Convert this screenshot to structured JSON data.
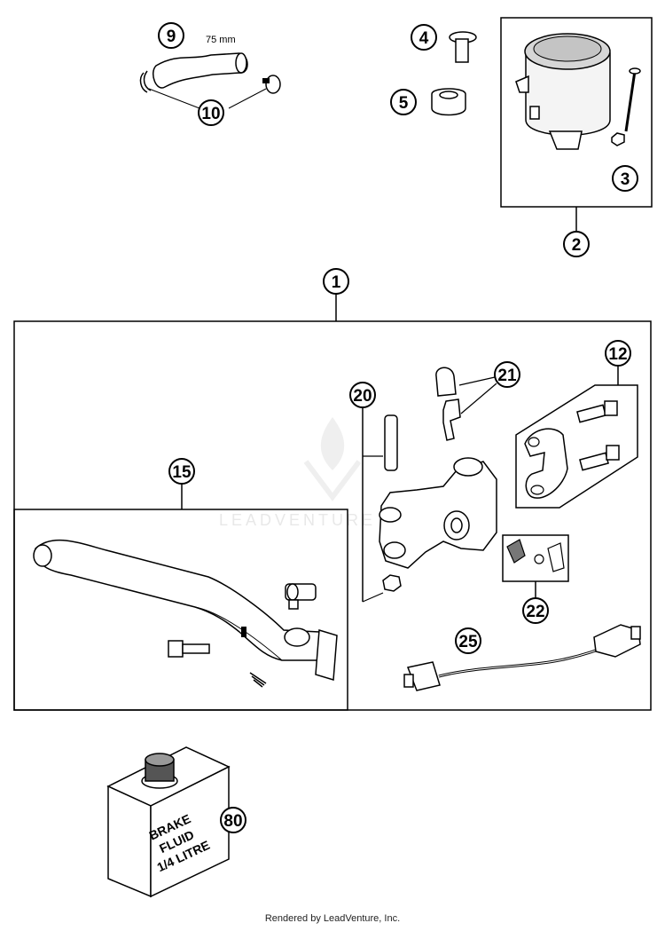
{
  "diagram": {
    "callouts": {
      "c1": "1",
      "c2": "2",
      "c3": "3",
      "c4": "4",
      "c5": "5",
      "c9": "9",
      "c10": "10",
      "c12": "12",
      "c15": "15",
      "c20": "20",
      "c21": "21",
      "c22": "22",
      "c25": "25",
      "c80": "80"
    },
    "hose_length": "75 mm",
    "watermark": "LEADVENTURE",
    "fluid_can": {
      "line1": "BRAKE",
      "line2": "FLUID",
      "line3": "1/4 LITRE"
    }
  },
  "footer": {
    "credit": "Rendered by LeadVenture, Inc."
  }
}
